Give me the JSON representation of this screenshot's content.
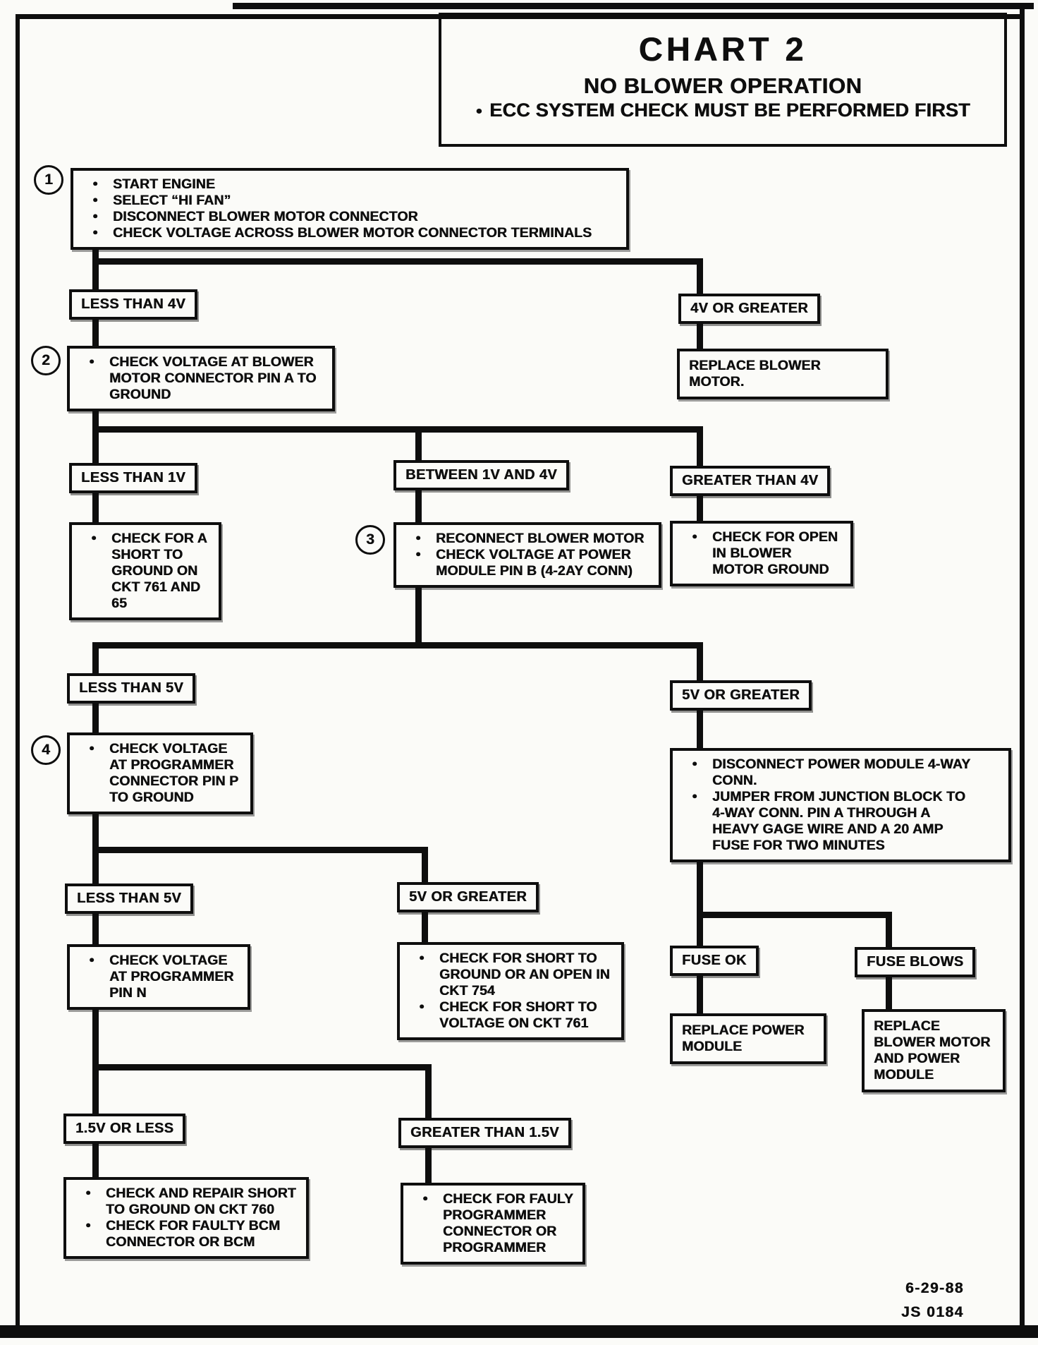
{
  "glyphs": {
    "bullet": "●"
  },
  "title": {
    "heading": "CHART 2",
    "subtitle": "NO BLOWER OPERATION",
    "note": "ECC SYSTEM CHECK MUST BE PERFORMED FIRST"
  },
  "footer": {
    "date": "6-29-88",
    "code": "JS 0184"
  },
  "steps": {
    "s1": {
      "num": "1",
      "lines": [
        "START ENGINE",
        "SELECT “HI FAN”",
        "DISCONNECT BLOWER MOTOR CONNECTOR",
        "CHECK VOLTAGE ACROSS BLOWER MOTOR CONNECTOR TERMINALS"
      ]
    },
    "s2": {
      "num": "2",
      "lines": [
        "CHECK VOLTAGE AT BLOWER MOTOR CONNECTOR PIN A TO GROUND"
      ]
    },
    "s3": {
      "num": "3",
      "lines": [
        "RECONNECT BLOWER MOTOR",
        "CHECK VOLTAGE AT POWER MODULE PIN B (4-2AY CONN)"
      ]
    },
    "s4": {
      "num": "4",
      "lines": [
        "CHECK VOLTAGE AT PROGRAMMER CONNECTOR PIN P TO GROUND"
      ]
    }
  },
  "decisions": {
    "lt4": "LESS THAN 4V",
    "gte4": "4V OR GREATER",
    "lt1": "LESS THAN 1V",
    "btw14": "BETWEEN 1V AND 4V",
    "gt4": "GREATER THAN 4V",
    "lt5a": "LESS THAN 5V",
    "gte5a": "5V OR GREATER",
    "lt5b": "LESS THAN 5V",
    "gte5b": "5V OR GREATER",
    "fuse_ok": "FUSE OK",
    "fuse_blows": "FUSE BLOWS",
    "lte15": "1.5V OR LESS",
    "gt15": "GREATER THAN 1.5V"
  },
  "actions": {
    "replace_blower": "REPLACE BLOWER MOTOR.",
    "short_761": [
      "CHECK FOR A SHORT TO GROUND ON CKT 761 AND 65"
    ],
    "open_ground": [
      "CHECK FOR OPEN IN BLOWER MOTOR GROUND"
    ],
    "jumper": [
      "DISCONNECT POWER MODULE 4-WAY CONN.",
      "JUMPER FROM JUNCTION BLOCK TO 4-WAY CONN. PIN A THROUGH A HEAVY GAGE WIRE AND A 20 AMP FUSE FOR TWO MINUTES"
    ],
    "pin_n": [
      "CHECK VOLTAGE AT PROGRAMMER PIN N"
    ],
    "ckt754": [
      "CHECK FOR SHORT TO GROUND OR AN OPEN IN CKT 754",
      "CHECK FOR SHORT TO VOLTAGE ON CKT 761"
    ],
    "replace_power": "REPLACE POWER MODULE",
    "replace_both": "REPLACE BLOWER MOTOR AND POWER MODULE",
    "ckt760": [
      "CHECK AND REPAIR SHORT TO GROUND ON CKT 760",
      "CHECK FOR FAULTY BCM CONNECTOR OR BCM"
    ],
    "faulty_prog": [
      "CHECK FOR FAULY PROGRAMMER CONNECTOR OR PROGRAMMER"
    ]
  }
}
